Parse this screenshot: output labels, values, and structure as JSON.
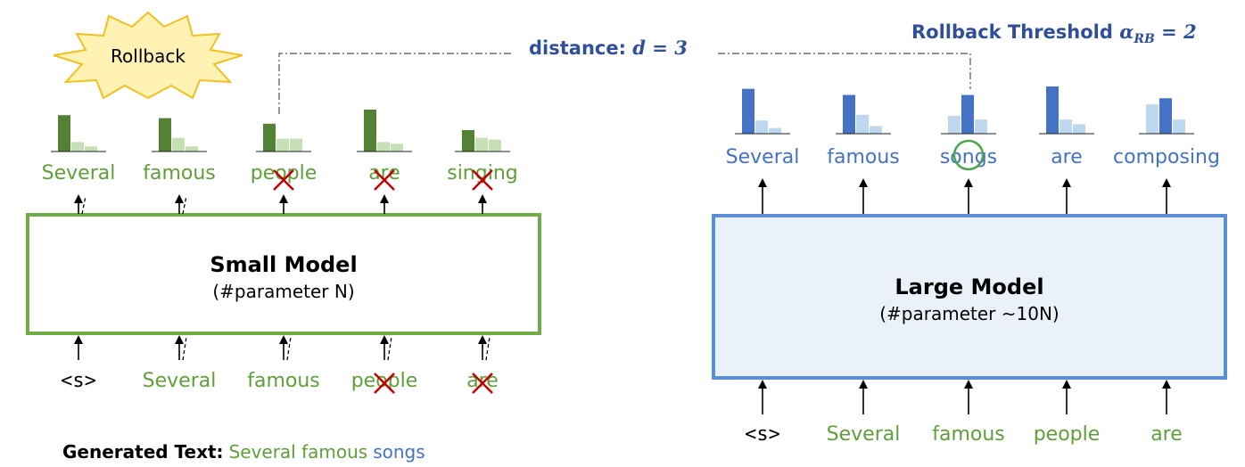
{
  "rollback_badge": "Rollback",
  "distance": {
    "label": "distance: ",
    "formula": "d = 3"
  },
  "threshold": {
    "label": "Rollback Threshold ",
    "alpha": "α",
    "sub": "RB",
    "rest": " = 2"
  },
  "small_model": {
    "title": "Small Model",
    "subtitle": "(#parameter N)",
    "outputs": [
      "Several",
      "famous",
      "people",
      "are",
      "singing"
    ],
    "inputs": [
      "<s>",
      "Several",
      "famous",
      "people",
      "are"
    ],
    "rejected_outputs": [
      false,
      false,
      true,
      true,
      true
    ],
    "rejected_inputs": [
      false,
      false,
      false,
      true,
      true
    ],
    "bars": [
      [
        0.85,
        0.22,
        0.12
      ],
      [
        0.78,
        0.32,
        0.12
      ],
      [
        0.65,
        0.3,
        0.3
      ],
      [
        0.98,
        0.22,
        0.18
      ],
      [
        0.5,
        0.32,
        0.28
      ]
    ],
    "colors": {
      "box_border": "#70ad47",
      "bar_main": "#548235",
      "bar_light": "#c5e0b4",
      "text": "#5f9e3a"
    }
  },
  "large_model": {
    "title": "Large Model",
    "subtitle": "(#parameter ~10N)",
    "outputs": [
      "Several",
      "famous",
      "songs",
      "are",
      "composing"
    ],
    "inputs": [
      "<s>",
      "Several",
      "famous",
      "people",
      "are"
    ],
    "circled_output": 2,
    "bars": [
      [
        0.95,
        0.28,
        0.12
      ],
      [
        0.82,
        0.4,
        0.16
      ],
      [
        0.38,
        0.82,
        0.3
      ],
      [
        1.0,
        0.3,
        0.2
      ],
      [
        0.62,
        0.75,
        0.3
      ]
    ],
    "colors": {
      "box_border": "#5b8fd4",
      "box_fill": "#ebf1fa",
      "bar_main": "#4472c4",
      "bar_light": "#bdd7ee",
      "text": "#4472c4"
    }
  },
  "generated_text": {
    "label": "Generated Text:",
    "green_part": "Several famous",
    "blue_part": "songs"
  },
  "colors": {
    "reject_x": "#c00000",
    "circle": "#4ca64c",
    "navy": "#2f4f9a"
  }
}
